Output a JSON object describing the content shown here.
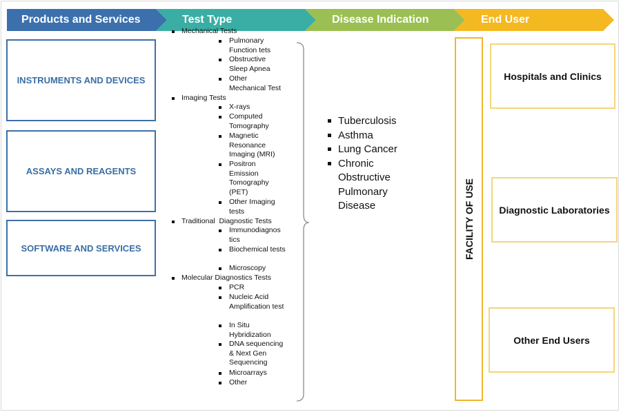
{
  "colors": {
    "products_header": "#3b70ad",
    "testtype_header": "#3aaea4",
    "disease_header": "#9bbf52",
    "enduser_header": "#f4b821",
    "product_border": "#3d6fa8",
    "product_text": "#3a6ea5",
    "enduser_border": "#f5d67a",
    "facility_border": "#f0b62b"
  },
  "headers": {
    "products": "Products and Services",
    "test_type": "Test Type",
    "disease": "Disease Indication",
    "end_user": "End User"
  },
  "products": [
    "INSTRUMENTS AND DEVICES",
    "ASSAYS AND REAGENTS",
    "SOFTWARE AND SERVICES"
  ],
  "test_types": {
    "mechanical": {
      "label": "Mechanical Tests",
      "items": [
        "Pulmonary Function tets",
        "Obstructive Sleep Apnea",
        "Other Mechanical Test"
      ]
    },
    "imaging": {
      "label": "Imaging Tests",
      "items": [
        "X-rays",
        "Computed Tomography",
        "Magnetic Resonance Imaging (MRI)",
        "Positron Emission Tomography (PET)",
        "Other Imaging tests"
      ]
    },
    "traditional": {
      "label": "Traditional  Diagnostic Tests",
      "items": [
        "Immunodiagnos tics",
        "Biochemical tests",
        "Microscopy"
      ]
    },
    "molecular": {
      "label": "Molecular Diagnostics Tests",
      "items": [
        "PCR",
        "Nucleic Acid Amplification test",
        "In Situ Hybridization",
        "DNA sequencing & Next Gen Sequencing",
        "Microarrays",
        "Other"
      ]
    }
  },
  "diseases": [
    "Tuberculosis",
    "Asthma",
    "Lung Cancer",
    "Chronic Obstructive Pulmonary Disease"
  ],
  "facility_label": "FACILITY OF USE",
  "end_users": [
    "Hospitals and Clinics",
    "Diagnostic Laboratories",
    "Other End Users"
  ]
}
